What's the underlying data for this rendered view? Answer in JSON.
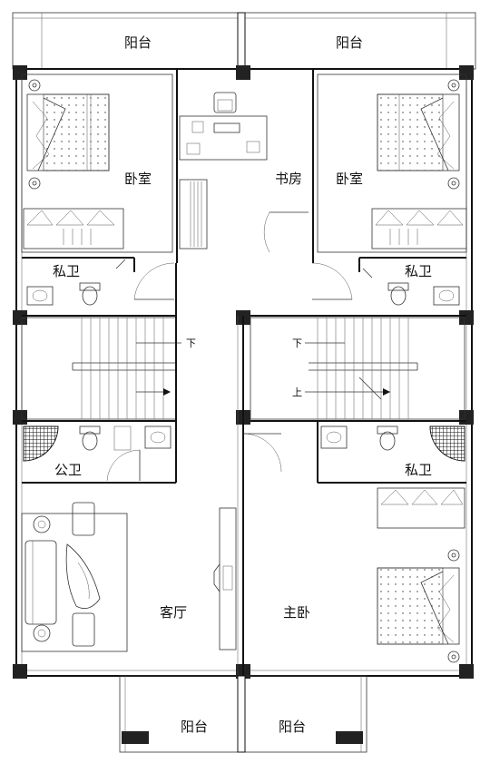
{
  "rooms": {
    "balcony_top_left": "阳台",
    "balcony_top_right": "阳台",
    "bedroom_left": "卧室",
    "study": "书房",
    "bedroom_right": "卧室",
    "bath_left": "私卫",
    "bath_right": "私卫",
    "public_bath": "公卫",
    "bath_lower_right": "私卫",
    "living_room": "客厅",
    "master_bedroom": "主卧",
    "balcony_bottom_left": "阳台",
    "balcony_bottom_right": "阳台"
  },
  "stairs": {
    "left_down": "下",
    "right_down": "下",
    "right_up": "上"
  },
  "colors": {
    "wall": "#111111",
    "column": "#222222",
    "background": "#ffffff"
  }
}
